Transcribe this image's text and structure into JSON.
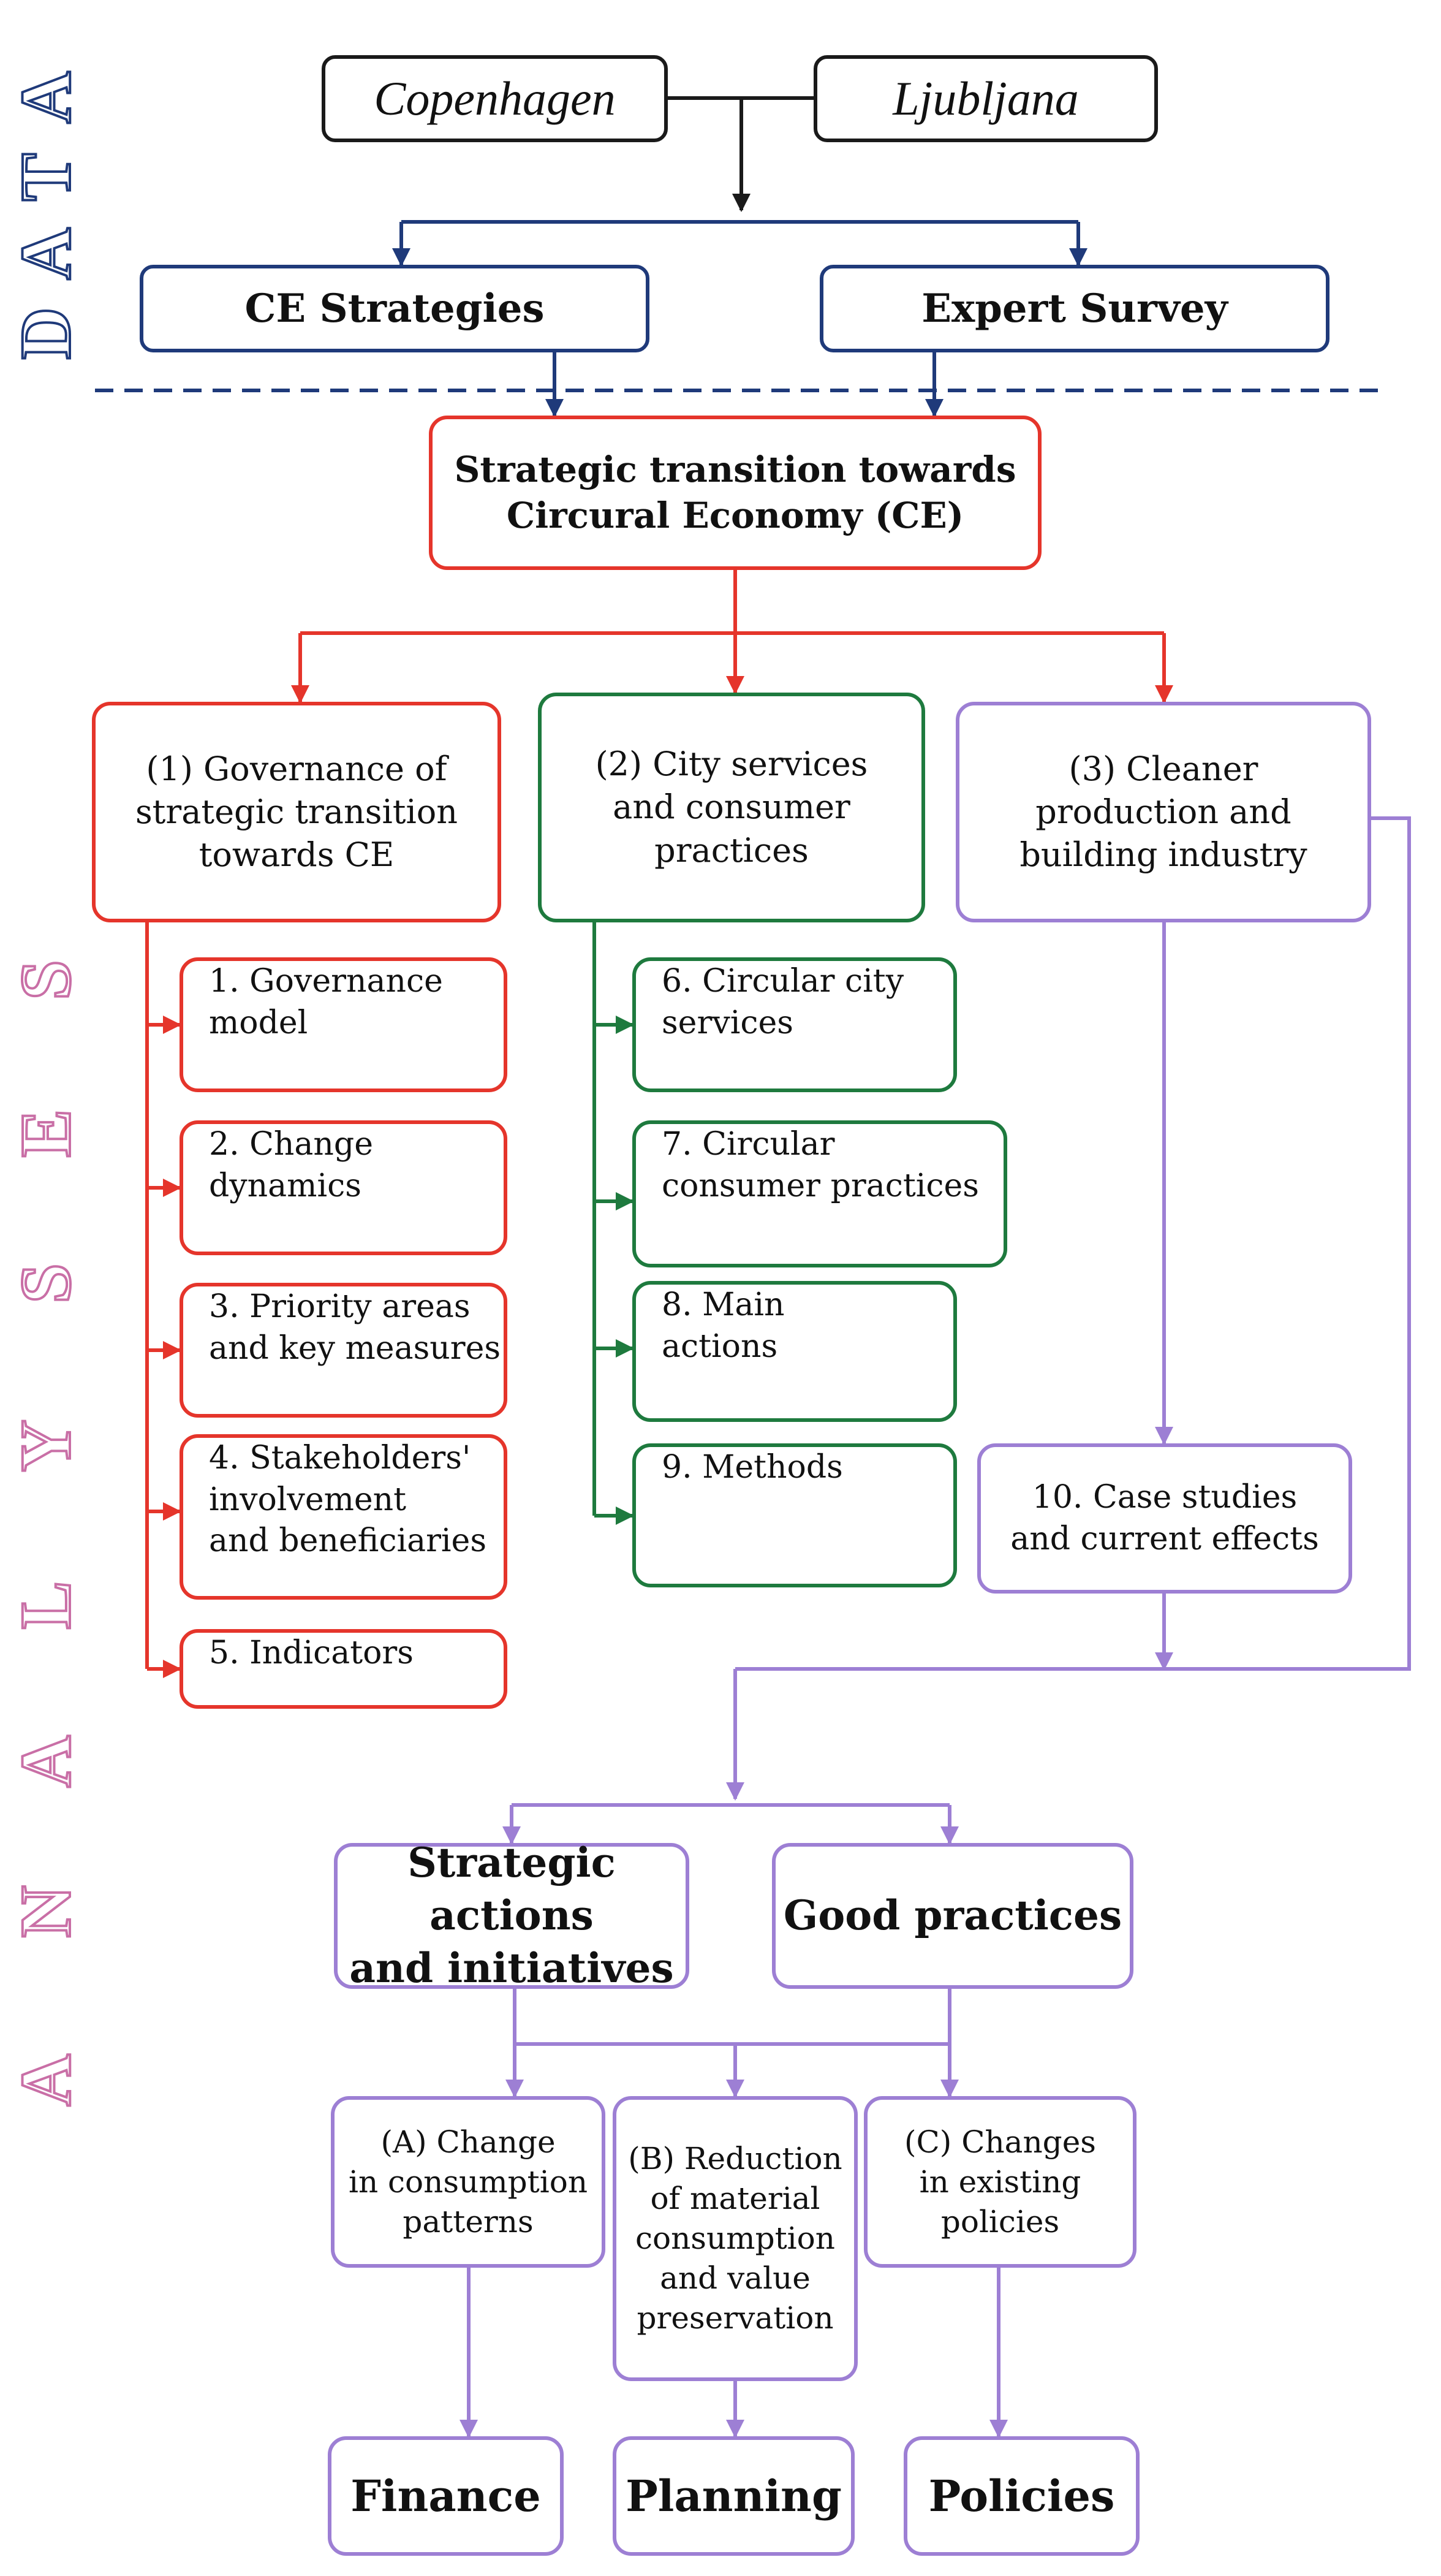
{
  "data_section": {
    "side_letters": [
      "D",
      "A",
      "T",
      "A"
    ],
    "cities": [
      "Copenhagen",
      "Ljubljana"
    ],
    "sources": [
      "CE Strategies",
      "Expert Survey"
    ]
  },
  "analyses_section": {
    "side_letters": [
      "A",
      "N",
      "A",
      "L",
      "Y",
      "S",
      "E",
      "S"
    ]
  },
  "top_box": {
    "line1": "Strategic transition towards",
    "line2": "Circural Economy (CE)"
  },
  "categories": [
    {
      "lines": [
        "(1) Governance of",
        "strategic transition",
        "towards CE"
      ]
    },
    {
      "lines": [
        "(2) City services",
        "and consumer",
        "practices"
      ]
    },
    {
      "lines": [
        "(3) Cleaner",
        "production and",
        "building industry"
      ]
    }
  ],
  "governance_items": [
    {
      "lines": [
        "1. Governance",
        "model"
      ]
    },
    {
      "lines": [
        "2. Change",
        "dynamics"
      ]
    },
    {
      "lines": [
        "3. Priority areas",
        "and key measures"
      ]
    },
    {
      "lines": [
        "4. Stakeholders'",
        "involvement",
        "and beneficiaries"
      ]
    },
    {
      "lines": [
        "5. Indicators"
      ]
    }
  ],
  "services_items": [
    {
      "lines": [
        "6. Circular city",
        "services"
      ]
    },
    {
      "lines": [
        "7. Circular",
        "consumer practices"
      ]
    },
    {
      "lines": [
        "8. Main",
        "actions"
      ]
    },
    {
      "lines": [
        "9. Methods"
      ]
    }
  ],
  "production_item": {
    "lines": [
      "10. Case studies",
      "and current effects"
    ]
  },
  "results": [
    {
      "lines": [
        "Strategic actions",
        "and initiatives"
      ]
    },
    {
      "lines": [
        "Good practices"
      ]
    }
  ],
  "outcomes": [
    {
      "lines": [
        "(A) Change",
        "in consumption",
        "patterns"
      ]
    },
    {
      "lines": [
        "(B) Reduction",
        "of material",
        "consumption",
        "and value",
        "preservation"
      ]
    },
    {
      "lines": [
        "(C) Changes",
        "in existing",
        "policies"
      ]
    }
  ],
  "targets": [
    "Finance",
    "Planning",
    "Policies"
  ],
  "colors": {
    "data": "#1f3a7a",
    "governance": "#e5352b",
    "services": "#1e7a3e",
    "production": "#9d7fd4",
    "analyses_letters": "#c96fa6",
    "city_border": "#1a1a1a"
  }
}
